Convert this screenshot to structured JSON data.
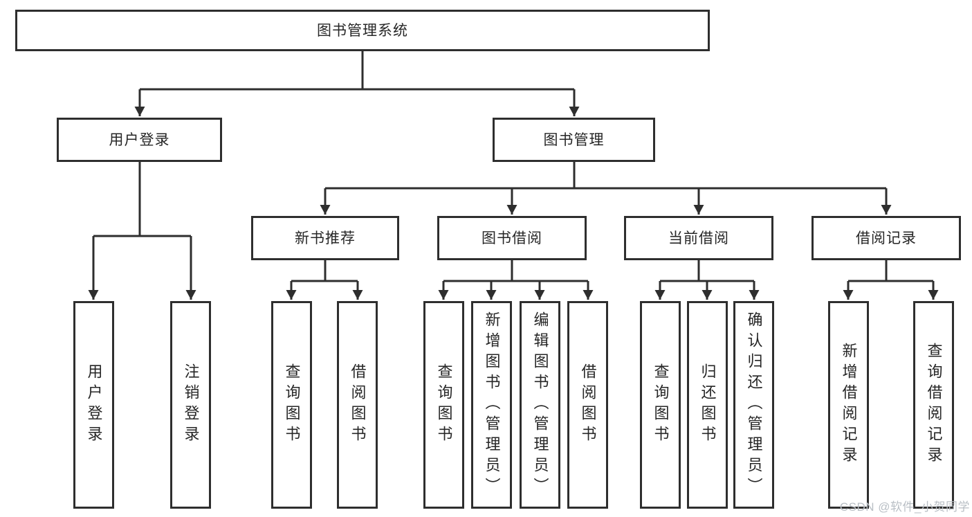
{
  "diagram": {
    "watermark": "CSDN @软件_小贺同学",
    "colors": {
      "line": "#2e2e2e",
      "box_border": "#2e2e2e",
      "box_fill": "#ffffff",
      "text": "#262626",
      "watermark": "#b9bfc5",
      "background": "#ffffff"
    },
    "tree": {
      "root": {
        "label": "图书管理系统"
      },
      "branches": [
        {
          "label": "用户登录",
          "children": [
            {
              "label": "用户登录"
            },
            {
              "label": "注销登录"
            }
          ]
        },
        {
          "label": "图书管理",
          "children": [
            {
              "label": "新书推荐",
              "children": [
                {
                  "label": "查询图书"
                },
                {
                  "label": "借阅图书"
                }
              ]
            },
            {
              "label": "图书借阅",
              "children": [
                {
                  "label": "查询图书"
                },
                {
                  "label": "新增图书（管理员）"
                },
                {
                  "label": "编辑图书（管理员）"
                },
                {
                  "label": "借阅图书"
                }
              ]
            },
            {
              "label": "当前借阅",
              "children": [
                {
                  "label": "查询图书"
                },
                {
                  "label": "归还图书"
                },
                {
                  "label": "确认归还（管理员）"
                }
              ]
            },
            {
              "label": "借阅记录",
              "children": [
                {
                  "label": "新增借阅记录"
                },
                {
                  "label": "查询借阅记录"
                }
              ]
            }
          ]
        }
      ]
    }
  }
}
